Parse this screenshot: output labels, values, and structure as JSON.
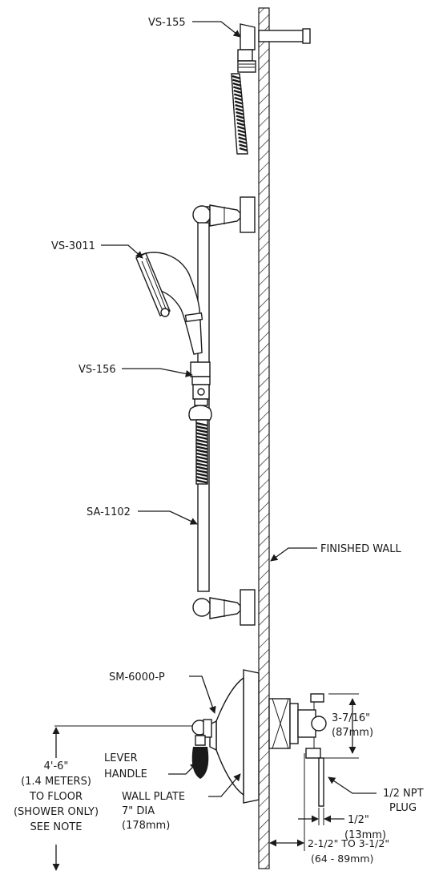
{
  "labels": {
    "vs155": "VS-155",
    "vs3011": "VS-3011",
    "vs156": "VS-156",
    "sa1102": "SA-1102",
    "finished_wall": "FINISHED WALL",
    "sm6000p": "SM-6000-P",
    "lever_handle": [
      "LEVER",
      "HANDLE"
    ],
    "wall_plate": [
      "WALL PLATE",
      "7\" DIA",
      "(178mm)"
    ],
    "height_note": [
      "4'-6\"",
      "(1.4 METERS)",
      "TO FLOOR",
      "(SHOWER ONLY)",
      "SEE NOTE"
    ],
    "dim_3_7_16": [
      "3-7/16\"",
      "(87mm)"
    ],
    "npt_plug": [
      "1/2 NPT",
      "PLUG"
    ],
    "dim_half": [
      "1/2\"",
      "(13mm)"
    ],
    "dim_depth": [
      "2-1/2\" TO 3-1/2\"",
      "(64 - 89mm)"
    ]
  },
  "colors": {
    "ink": "#1a1a1a",
    "background": "#ffffff"
  }
}
